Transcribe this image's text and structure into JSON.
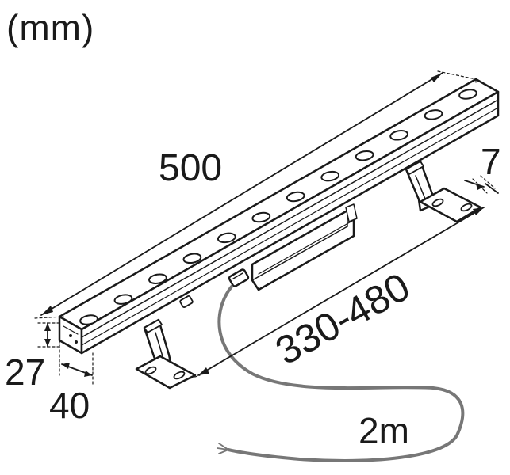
{
  "unit_label": "(mm)",
  "dimensions": {
    "length": "500",
    "height": "27",
    "width": "40",
    "bracket_spacing": "330-480",
    "bracket_offset": "7",
    "cable_length": "2m"
  },
  "led_count": 12,
  "colors": {
    "line": "#1a1a1a",
    "cable": "#777777",
    "body_fill": "#ffffff"
  }
}
